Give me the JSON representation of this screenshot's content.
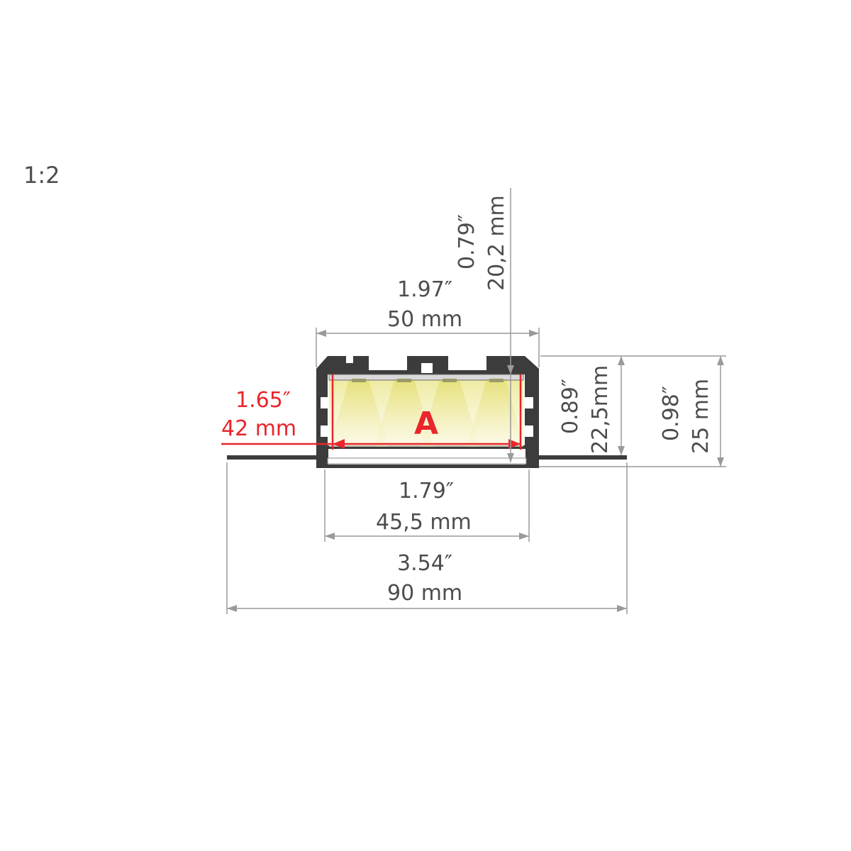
{
  "scale": "1:2",
  "labels": {
    "label_a": "A",
    "width_top": {
      "inch": "1.97″",
      "mm": "50 mm"
    },
    "depth_left": {
      "inch": "0.79″",
      "mm": "20,2 mm"
    },
    "height_inner": {
      "inch": "0.89″",
      "mm": "22,5mm"
    },
    "height_total": {
      "inch": "0.98″",
      "mm": "25 mm"
    },
    "width_inner_red": {
      "inch": "1.65″",
      "mm": "42 mm"
    },
    "width_bottom": {
      "inch": "1.79″",
      "mm": "45,5 mm"
    },
    "width_flange": {
      "inch": "3.54″",
      "mm": "90 mm"
    }
  },
  "colors": {
    "profile": "#3c3c3c",
    "dimension": "#9a9a9a",
    "text": "#4d4d4d",
    "highlight": "#e8262c",
    "light": "#f3f0bf"
  }
}
